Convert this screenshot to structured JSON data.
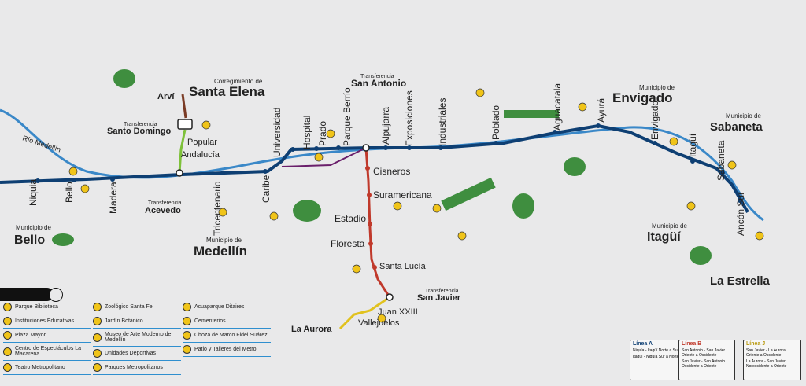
{
  "colors": {
    "lineA": "#0e3f73",
    "lineB": "#c0392b",
    "lineJ": "#e1c21e",
    "lineK": "#7ec13a",
    "lineL": "#7a3b25",
    "lineH": "#6a1f6b",
    "river": "#3a88c8",
    "poi": "#f0c419",
    "park": "#3f8e3f"
  },
  "places": {
    "corregimiento": "Corregimiento de",
    "santa_elena": "Santa Elena",
    "municipio_de": "Municipio de",
    "envigado": "Envigado",
    "sabaneta": "Sabaneta",
    "bello": "Bello",
    "medellin": "Medellín",
    "itagui": "Itagüí",
    "la_estrella": "La Estrella",
    "rio": "Río Medellín"
  },
  "transfers": {
    "label": "Transferencia",
    "santo_domingo": "Santo Domingo",
    "acevedo": "Acevedo",
    "san_antonio": "San Antonio",
    "san_javier": "San Javier"
  },
  "stations": {
    "arvi": "Arví",
    "popular": "Popular",
    "andalucia": "Andalucía",
    "niquia": "Niquia",
    "bello": "Bello",
    "madera": "Madera",
    "tricentenario": "Tricentenario",
    "caribe": "Caribe",
    "universidad": "Universidad",
    "hospital": "Hospital",
    "prado": "Prado",
    "parque_berrio": "Parque Berrío",
    "alpujarra": "Alpujarra",
    "exposiciones": "Exposiciones",
    "industriales": "Industriales",
    "poblado": "Poblado",
    "aguacatala": "Aguacatala",
    "ayura": "Ayurá",
    "envigado": "Envigado",
    "itagui": "Itagüí",
    "sabaneta": "Sabaneta",
    "ancon_sur": "Ancón Sur",
    "cisneros": "Cisneros",
    "suramericana": "Suramericana",
    "estadio": "Estadio",
    "floresta": "Floresta",
    "santa_lucia": "Santa Lucía",
    "juan_xxiii": "Juan XXIII",
    "vallejuelos": "Vallejuelos",
    "la_aurora": "La Aurora"
  },
  "legend": {
    "col1": [
      "Parque Biblioteca",
      "Instituciones Educativas",
      "Plaza Mayor",
      "Centro de Espectáculos La Macarena",
      "Teatro Metropolitano"
    ],
    "col2": [
      "Zoológico Santa Fe",
      "Jardín Botánico",
      "Museo de Arte Moderno de Medellín",
      "Unidades Deportivas",
      "Parques Metropolitanos"
    ],
    "col3": [
      "Acuaparque Ditaires",
      "Cementerios",
      "Choza de Marco Fidel Suárez",
      "Patio y Talleres del Metro"
    ]
  },
  "line_boxes": [
    {
      "title": "Línea A",
      "rows": [
        "Niquía - Itagüí  Norte a Sur",
        "Itagüí - Niquía  Sur a Norte"
      ]
    },
    {
      "title": "Línea B",
      "rows": [
        "San Antonio - San Javier  Oriente a Occidente",
        "San Javier - San Antonio  Occidente a Oriente"
      ]
    },
    {
      "title": "Línea J",
      "rows": [
        "San Javier - La Aurora  Oriente a Occidente",
        "La Aurora - San Javier  Noroccidente a Oriente"
      ]
    }
  ]
}
